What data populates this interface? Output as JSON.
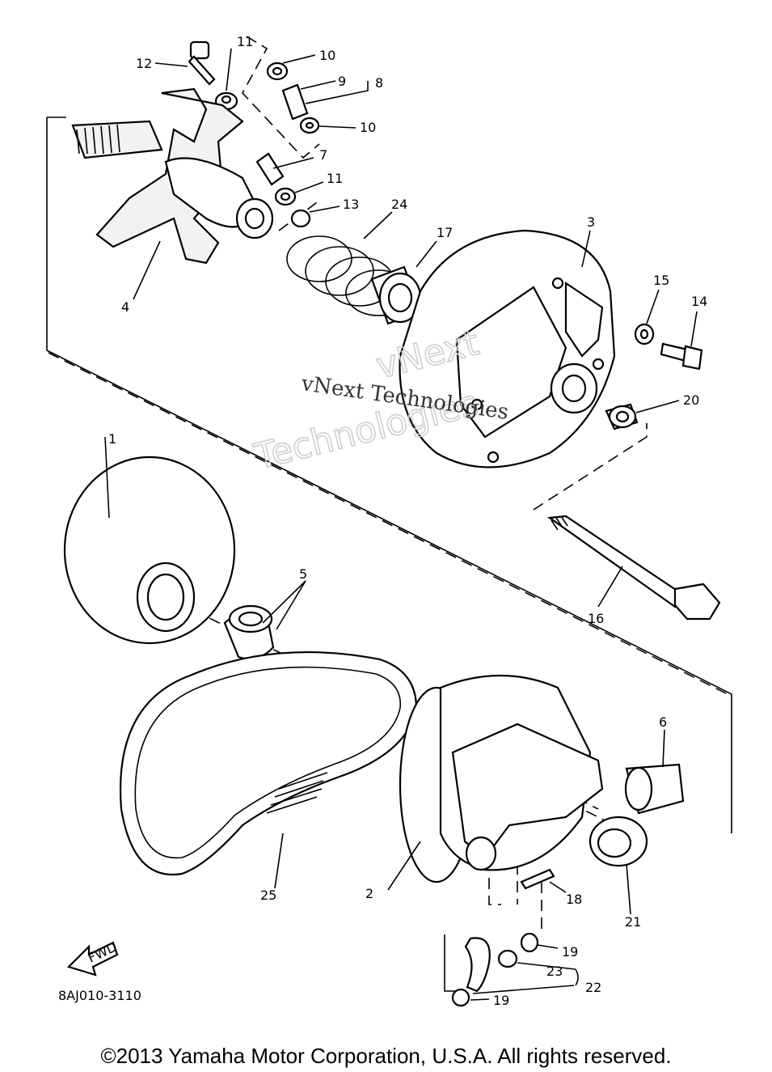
{
  "diagram": {
    "code": "8AJ010-3110",
    "fwd_label": "FWD",
    "callouts": [
      "1",
      "2",
      "3",
      "4",
      "5",
      "6",
      "7",
      "8",
      "9",
      "10",
      "10",
      "11",
      "11",
      "12",
      "13",
      "14",
      "15",
      "16",
      "17",
      "18",
      "19",
      "19",
      "20",
      "21",
      "22",
      "23",
      "24",
      "25"
    ]
  },
  "watermark": {
    "line1": "vNext Technologies",
    "line2": "Technologies",
    "line3": "vNext"
  },
  "footer": {
    "copyright": "©2013 Yamaha Motor Corporation, U.S.A. All rights reserved."
  }
}
